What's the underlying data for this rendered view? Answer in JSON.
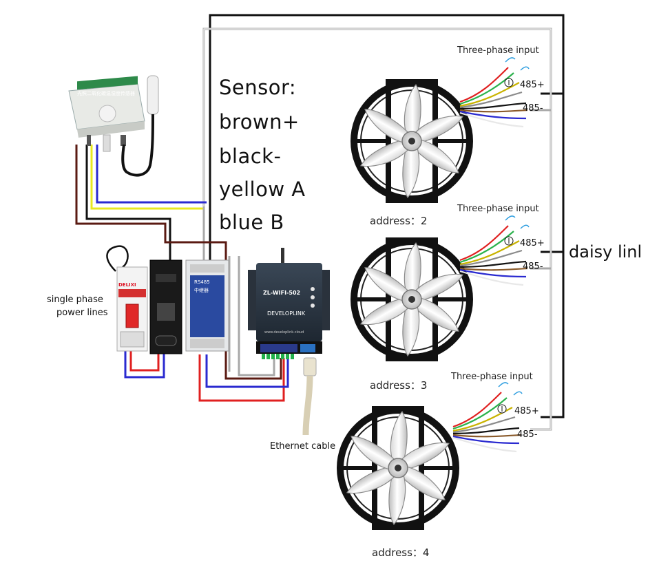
{
  "sensor_notes": {
    "title": "Sensor:",
    "lines": [
      "brown+",
      "black-",
      "yellow A",
      "blue B"
    ]
  },
  "sensor_device": {
    "label_text": "光照二氧化碳温湿度传感器"
  },
  "breaker": {
    "brand": "DELIXI",
    "caption_line1": "single phase",
    "caption_line2": "power lines"
  },
  "converter": {
    "label_top": "RS485",
    "label_mid": "中继器"
  },
  "gateway": {
    "model": "ZL-WIFI-502",
    "brand": "DEVELOPLINK",
    "website": "www.developlink.cloud"
  },
  "ethernet": {
    "label": "Ethernet cable"
  },
  "daisy": {
    "label": "daisy linl"
  },
  "fans": [
    {
      "phase_label": "Three-phase input",
      "pos_label": "485+",
      "neg_label": "485-",
      "address": "address：2"
    },
    {
      "phase_label": "Three-phase input",
      "pos_label": "485+",
      "neg_label": "485-",
      "address": "address：3"
    },
    {
      "phase_label": "Three-phase input",
      "pos_label": "485+",
      "neg_label": "485-",
      "address": "address：4"
    }
  ],
  "colors": {
    "wire_brown": "#5a1a12",
    "wire_black": "#111111",
    "wire_yellow": "#e8e820",
    "wire_blue": "#2a2ad0",
    "wire_red": "#e02020",
    "wire_gray": "#a8a8a8"
  }
}
